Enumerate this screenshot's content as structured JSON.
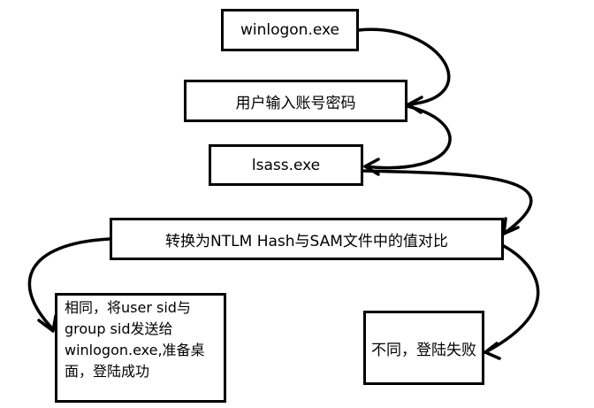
{
  "nodes": {
    "winlogon": "winlogon.exe",
    "input": "用户输入账号密码",
    "lsass": "lsass.exe",
    "compare": "转换为NTLM Hash与SAM文件中的值对比",
    "same": "相同，将user sid与group sid发送给winlogon.exe,准备桌面，登陆成功",
    "different": "不同，登陆失败"
  },
  "edges": [
    {
      "from": "winlogon",
      "to": "input"
    },
    {
      "from": "input",
      "to": "lsass"
    },
    {
      "from": "lsass",
      "to": "compare"
    },
    {
      "from": "compare",
      "to": "same"
    },
    {
      "from": "compare",
      "to": "different"
    }
  ]
}
